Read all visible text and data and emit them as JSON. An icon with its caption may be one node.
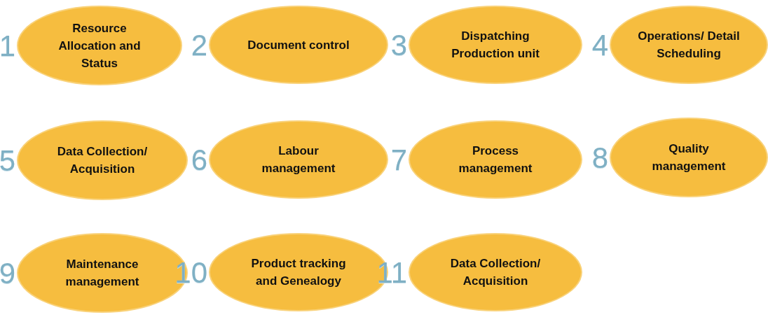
{
  "diagram": {
    "nodes": [
      {
        "text": [
          "Resource Allocation and Status"
        ],
        "beside": [
          "1"
        ]
      },
      {
        "text": [
          "Document control"
        ],
        "beside": [
          "2"
        ]
      },
      {
        "text": [
          "Dispatching Production unit"
        ],
        "beside": [
          "3"
        ]
      },
      {
        "text": [
          "Operations/ Detail Scheduling"
        ],
        "beside": [
          "4"
        ]
      },
      {
        "text": [
          "Data Collection/ Acquisition"
        ],
        "beside": [
          "5"
        ]
      },
      {
        "text": [
          "Labour management"
        ],
        "beside": [
          "6"
        ]
      },
      {
        "text": [
          "Process management"
        ],
        "beside": [
          "7"
        ]
      },
      {
        "text": [
          "Quality management"
        ],
        "beside": [
          "8"
        ]
      },
      {
        "text": [
          "Maintenance management"
        ],
        "beside": [
          "9"
        ]
      },
      {
        "text": [
          "Product tracking and Genealogy"
        ],
        "beside": [
          "10"
        ]
      },
      {
        "text": [
          "Data Collection/ Acquisition"
        ],
        "beside": [
          "11"
        ]
      }
    ]
  }
}
